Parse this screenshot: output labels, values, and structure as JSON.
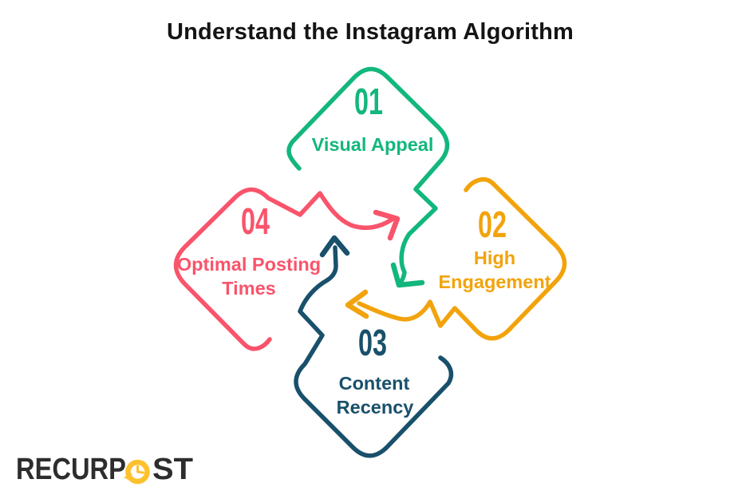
{
  "title": "Understand the Instagram Algorithm",
  "steps": [
    {
      "number": "01",
      "label": "Visual Appeal",
      "lines": [
        "Visual Appeal"
      ],
      "color": "#12B77C"
    },
    {
      "number": "02",
      "label": "High Engagement",
      "lines": [
        "High",
        "Engagement"
      ],
      "color": "#F2A30C"
    },
    {
      "number": "03",
      "label": "Content Recency",
      "lines": [
        "Content",
        "Recency"
      ],
      "color": "#19506B"
    },
    {
      "number": "04",
      "label": "Optimal Posting Times",
      "lines": [
        "Optimal Posting",
        "Times"
      ],
      "color": "#F9546B"
    }
  ],
  "logo": {
    "text_left": "RECURP",
    "text_right": "ST",
    "icon": "clock-refresh-icon"
  },
  "colors": {
    "background": "#FFFFFF",
    "title": "#141414",
    "green": "#12B77C",
    "orange": "#F2A30C",
    "navy": "#19506B",
    "pink": "#F9546B",
    "logo_text": "#2D2D2D",
    "logo_accent": "#FEC12E"
  }
}
